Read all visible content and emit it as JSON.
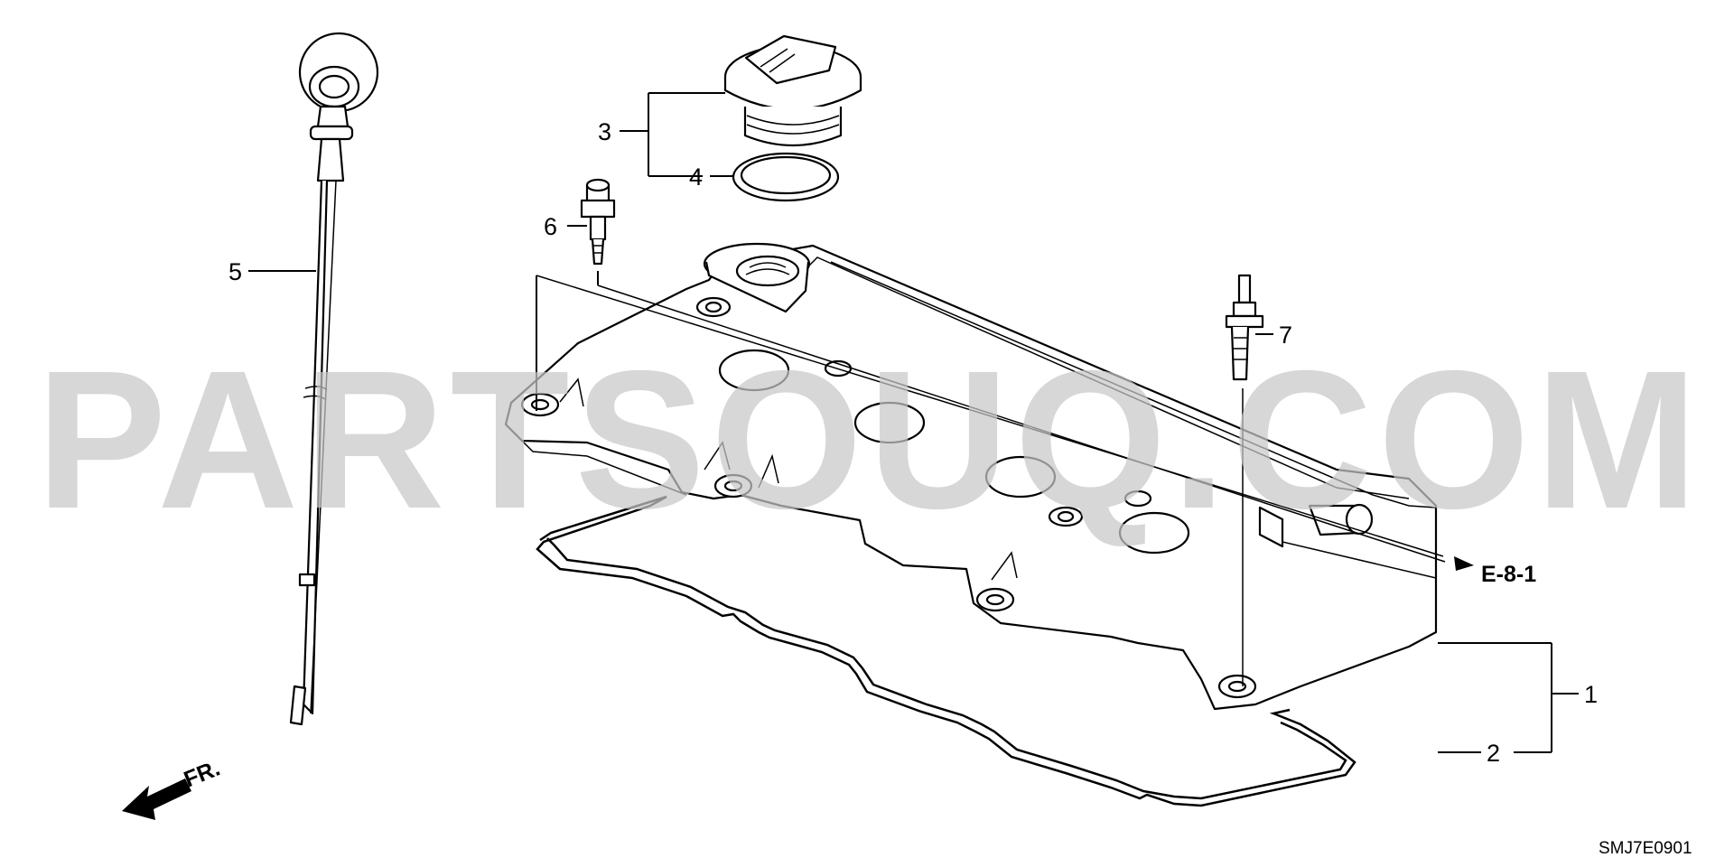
{
  "diagram": {
    "callouts": [
      {
        "id": "1",
        "label": "1"
      },
      {
        "id": "2",
        "label": "2"
      },
      {
        "id": "3",
        "label": "3"
      },
      {
        "id": "4",
        "label": "4"
      },
      {
        "id": "5",
        "label": "5"
      },
      {
        "id": "6",
        "label": "6"
      },
      {
        "id": "7",
        "label": "7"
      }
    ],
    "reference_label": "E-8-1",
    "direction_label": "FR.",
    "diagram_code": "SMJ7E0901"
  },
  "watermark": {
    "text": "PARTSOUQ.COM",
    "color": "#c8c8c8"
  },
  "colors": {
    "line": "#000000",
    "background": "#ffffff"
  }
}
